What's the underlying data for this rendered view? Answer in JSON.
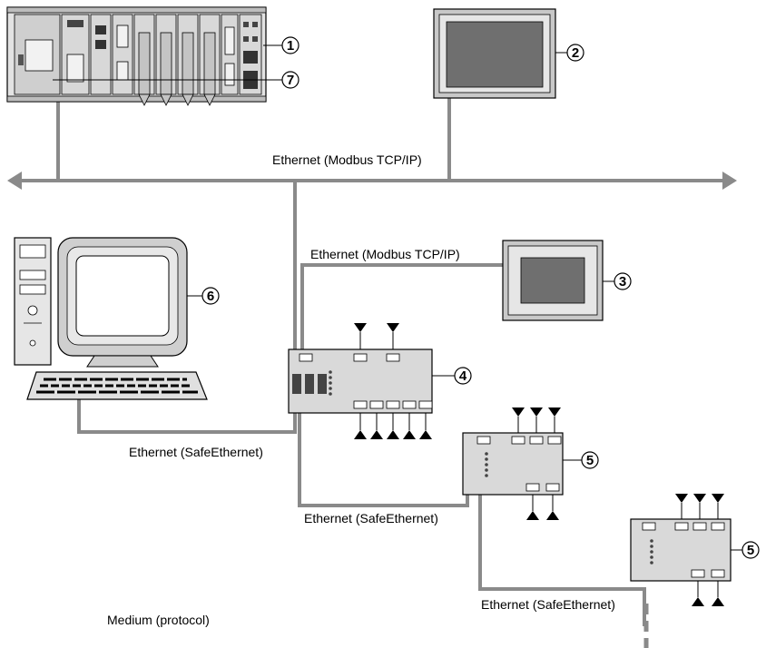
{
  "colors": {
    "cable": "#8a8a8a",
    "screen": "#6f6f6f",
    "bezel": "#c8c8c8",
    "outline": "#000000",
    "device_body": "#d9d9d9"
  },
  "labels": {
    "backbone": "Ethernet (Modbus TCP/IP)",
    "branch": "Ethernet (Modbus TCP/IP)",
    "pc_link": "Ethernet (SafeEthernet)",
    "link_4_5": "Ethernet (SafeEthernet)",
    "link_5_5": "Ethernet (SafeEthernet)",
    "legend": "Medium (protocol)"
  },
  "callouts": {
    "plc_rack": "1",
    "panel_large": "2",
    "panel_small": "3",
    "controller": "4",
    "io_module_a": "5",
    "io_module_b": "5",
    "pc": "6",
    "cpu_module": "7"
  },
  "icons": {
    "plc_rack": "plc-rack-icon",
    "panel_large": "operator-panel-icon",
    "panel_small": "operator-panel-icon",
    "controller": "safety-controller-icon",
    "io_module": "io-module-icon",
    "pc": "workstation-icon",
    "keyboard": "keyboard-icon"
  }
}
